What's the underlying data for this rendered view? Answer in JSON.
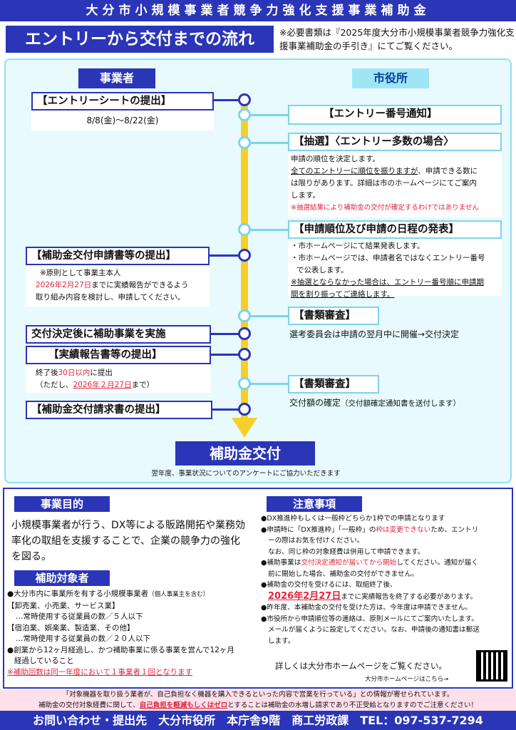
{
  "header": {
    "program_title": "大分市小規模事業者競争力強化支援事業補助金",
    "flow_title": "エントリーから交付までの流れ",
    "required_docs_note": "※必要書類は『2025年度大分市小規模事業者競争力強化支援事業補助金の手引き』にてご覧ください。"
  },
  "flow": {
    "col_applicant": "事業者",
    "col_city": "市役所",
    "steps": {
      "entry_sheet": "【エントリーシートの提出】",
      "entry_period": "8/8(金)〜8/22(金)",
      "entry_number": "【エントリー番号通知】",
      "lottery_title": "【抽選】〈エントリー多数の場合〉",
      "lottery_line1": "申請の順位を決定します。",
      "lottery_line2_u": "全てのエントリーに順位を振りますが",
      "lottery_line2_r": "、申請できる数に",
      "lottery_line3": "は限りがあります。詳細は市のホームページにてご案内",
      "lottery_line4": "します。",
      "lottery_warn": "※抽選結果により補助金の交付が確定するわけではありません",
      "schedule_title": "【申請順位及び申請の日程の発表】",
      "schedule_1": "・市ホームページにて結果発表します。",
      "schedule_2": "・市ホームページでは、申請者名ではなくエントリー番号",
      "schedule_2b": "で公表します。",
      "schedule_3": "※抽選とならなかった場合は、エントリー番号順に申請期",
      "schedule_3b": "間を割り振ってご連絡します。",
      "application_title": "【補助金交付申請書等の提出】",
      "application_1": "※原則として事業主本人",
      "application_2_date": "2026年2月27日",
      "application_2": "までに実績報告ができるよう",
      "application_3": "取り組み内容を検討し、申請してください。",
      "review1_title": "【書類審査】",
      "review1_text": "選考委員会は申請の翌月中に開催→交付決定",
      "implement": "交付決定後に補助事業を実施",
      "report_title": "【実績報告書等の提出】",
      "report_1a": "終了後",
      "report_1_days": "30日以内",
      "report_1b": "に提出",
      "report_2a": "（ただし、",
      "report_2_date": "2026年２月27日",
      "report_2b": "まで）",
      "review2_title": "【書類審査】",
      "review2_text": "交付額の確定",
      "review2_small": "（交付額確定通知書を送付します）",
      "claim_title": "【補助金交付請求書の提出】",
      "final": "補助金交付",
      "final_note": "翌年度、事業状況についてのアンケートにご協力いただきます"
    }
  },
  "purpose": {
    "label": "事業目的",
    "text": "小規模事業者が行う、DX等による販路開拓や業務効率化の取組を支援することで、企業の競争力の強化を図る。"
  },
  "eligible": {
    "label": "補助対象者",
    "l1": "●大分市内に事業所を有する小規模事業者",
    "l1s": "（個人事業主を含む）",
    "l2": "【卸売業、小売業、サービス業】",
    "l3": "…常時使用する従業員の数／５人以下",
    "l4": "【宿泊業、娯楽業、製造業、その他】",
    "l5": "…常時使用する従業員の数／２０人以下",
    "l6": "●創業から12ヶ月経過し、かつ補助事業に係る事業を営んで12ヶ月",
    "l7": "経過していること",
    "l8": "※補助回数は同一年度において１事業者１回となります"
  },
  "cautions": {
    "label": "注意事項",
    "c1": "●DX推進枠もしくは一般枠どちらか1枠での申請となります",
    "c2a": "●申請時に「DX推進枠」「一般枠」の",
    "c2r": "枠は変更できない",
    "c2b": "ため、エントリ",
    "c2c": "ーの際はお気を付けください。",
    "c2d": "なお、同じ枠の対象経費は併用して申請できます。",
    "c3a": "●補助事業は",
    "c3r": "交付決定通知が届いてから開始",
    "c3b": "してください。通知が届く",
    "c3c": "前に開始した場合、補助金の交付ができません。",
    "c4": "●補助金の交付を受けるには、取組終了後、",
    "c4_date": "2026年2月27日",
    "c4b": "までに実績報告を終了する必要があります。",
    "c5": "●昨年度、本補助金の交付を受けた方は、今年度は申請できません。",
    "c6": "●市役所から申請順位等の連絡は、原則メールにてご案内いたします。",
    "c6b": "メールが届くように設定してください。なお、申請後の通知書は郵送",
    "c6c": "します。",
    "more": "詳しくは大分市ホームページをご覧ください。",
    "hp_link": "大分市ホームページはこちら→"
  },
  "warnings": {
    "w1": "「対象機器を取り扱う業者が、自己負担なく機器を購入できるといった内容で営業を行っている」との情報が寄せられています。",
    "w2a": "補助金の交付対象経費に関して、",
    "w2u": "自己負担を軽減もしくはゼロ",
    "w2b": "とすることは補助金の水増し請求であり不正受給となりますのでご注意ください！"
  },
  "footer": {
    "contact": "お問い合わせ・提出先　大分市役所　本庁舎9階　商工労政課　TEL：097-537-7294"
  },
  "colors": {
    "primary": "#2a35b8",
    "accent_cyan": "#7dd4ea",
    "arrow_yellow": "#f5d02a",
    "warn_red": "#e2253c"
  }
}
